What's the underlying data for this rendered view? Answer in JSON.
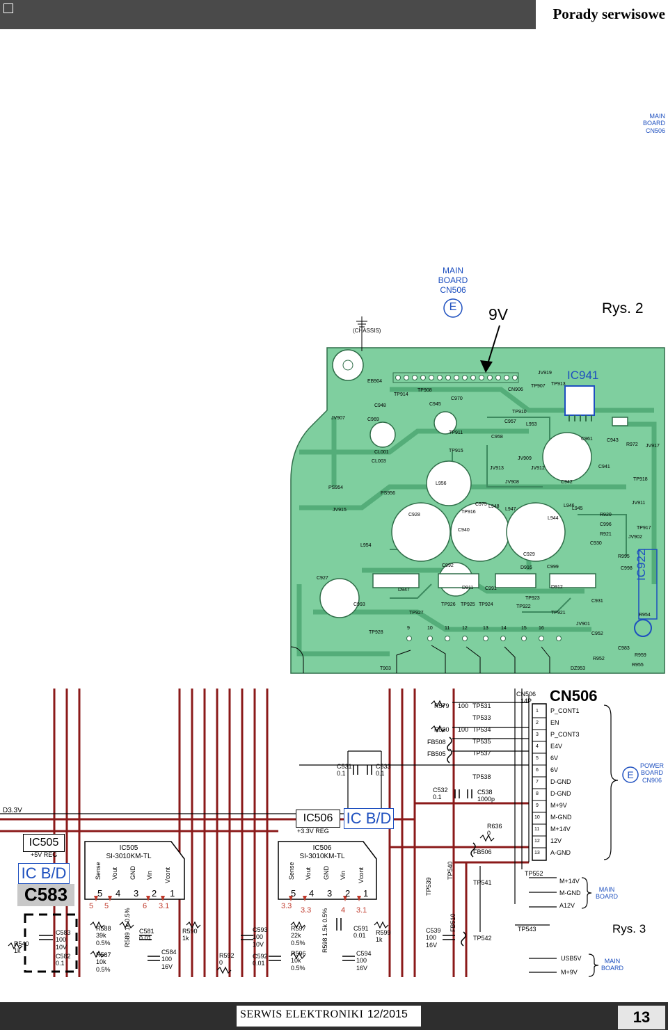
{
  "header": {
    "title": "Porady serwisowe"
  },
  "fig2": {
    "label": "Rys. 2",
    "top_right_note": [
      "MAIN",
      "BOARD",
      "CN506"
    ],
    "main_board_note": [
      "MAIN",
      "BOARD",
      "CN506"
    ],
    "connector_letter": "E",
    "voltage": "9V",
    "chassis": "(CHASSIS)",
    "ic941": "IC941",
    "ic922": "IC922",
    "parts": [
      "EB904",
      "TP914",
      "TP908",
      "C945",
      "C970",
      "CN906",
      "JV919",
      "TP907",
      "TP913",
      "JV907",
      "C948",
      "C969",
      "TP910",
      "L953",
      "C961",
      "C943",
      "R972",
      "C941",
      "JV917",
      "TP911",
      "TP915",
      "C957",
      "C958",
      "CL001",
      "CL003",
      "L956",
      "C942",
      "PS954",
      "JV915",
      "PS956",
      "C928",
      "TP916",
      "C975",
      "L946",
      "L947",
      "L948",
      "L944",
      "L945",
      "R920",
      "C996",
      "R921",
      "TP917",
      "JV902",
      "L954",
      "C940",
      "C929",
      "C930",
      "R995",
      "C998",
      "C927",
      "C993",
      "D947",
      "C992",
      "D916",
      "C999",
      "D911",
      "C991",
      "D912",
      "TP923",
      "TP922",
      "C931",
      "TP926",
      "TP925",
      "TP924",
      "TP921",
      "R954",
      "TP927",
      "JV901",
      "C952",
      "TP928",
      "C983",
      "R959",
      "R952",
      "R955",
      "DZ953",
      "T903",
      "TP918",
      "JV911",
      "JV912",
      "JV913",
      "JV909",
      "JV908"
    ],
    "pin_numbers": [
      "9",
      "10",
      "11",
      "12",
      "13",
      "14",
      "15",
      "16"
    ]
  },
  "fig3": {
    "label": "Rys. 3",
    "d33v": "D3.3V",
    "ic505_box": "IC505",
    "ic505_reg": "+5V REG",
    "icbd_left": "IC B/D",
    "c583_big": "C583",
    "ic505_name": [
      "IC505",
      "SI-3010KM-TL"
    ],
    "ic505_pins": [
      "Sense",
      "Vout",
      "GND",
      "Vin",
      "Vcont"
    ],
    "ic505_pin_nums": [
      "5",
      "4",
      "3",
      "2",
      "1"
    ],
    "ic505_v": [
      "5",
      "5",
      "6",
      "3.1"
    ],
    "ic506_box": "IC506",
    "ic506_reg": "+3.3V REG",
    "icbd_mid": "IC B/D",
    "ic506_name": [
      "IC506",
      "SI-3010KM-TL"
    ],
    "ic506_pins": [
      "Sense",
      "Vout",
      "GND",
      "Vin",
      "Vcont"
    ],
    "ic506_pin_nums": [
      "5",
      "4",
      "3",
      "2",
      "1"
    ],
    "ic506_v": [
      "3.3",
      "3.3",
      "4",
      "3.1"
    ],
    "r540": [
      "R540",
      "1k"
    ],
    "c583": [
      "C583",
      "100",
      "10V"
    ],
    "c582": [
      "C582",
      "0.1"
    ],
    "r588": [
      "R588",
      "39k",
      "0.5%"
    ],
    "r587": [
      "R587",
      "10k",
      "0.5%"
    ],
    "r589": [
      "R589",
      "1k",
      "0.5%"
    ],
    "c581": [
      "C581",
      "0.01"
    ],
    "c584": [
      "C584",
      "100",
      "16V"
    ],
    "r590": [
      "R590",
      "1k"
    ],
    "r592": [
      "R592",
      "0"
    ],
    "c593": [
      "C593",
      "100",
      "10V"
    ],
    "c592": [
      "C592",
      "0.01"
    ],
    "r597": [
      "R597",
      "22k",
      "0.5%"
    ],
    "r596": [
      "R596",
      "10k",
      "0.5%"
    ],
    "r598": [
      "R598",
      "1.5k",
      "0.5%"
    ],
    "c591": [
      "C591",
      "0.01"
    ],
    "r599": [
      "R599",
      "1k"
    ],
    "c594": [
      "C594",
      "100",
      "16V"
    ],
    "c531": [
      "C531",
      "0.1"
    ],
    "c533": [
      "C533",
      "0.1"
    ],
    "c532": [
      "C532",
      "0.1"
    ],
    "c538": [
      "C538",
      "1000p"
    ],
    "r579": [
      "R579",
      "100"
    ],
    "r580": [
      "R580",
      "100"
    ],
    "fb508": "FB508",
    "fb505": "FB505",
    "tps": [
      "TP531",
      "TP533",
      "TP534",
      "TP535",
      "TP537",
      "TP538"
    ],
    "r636": [
      "R636",
      "0"
    ],
    "fb506": "FB506",
    "tp539": "TP539",
    "tp540": "TP540",
    "tp541": "TP541",
    "c539": [
      "C539",
      "100",
      "16V"
    ],
    "fb510": "FB510",
    "tp542": "TP542",
    "tp543": "TP543",
    "tp552": "TP552",
    "cn506_small": [
      "CN506",
      "14P"
    ],
    "cn506_big": "CN506",
    "cn_pins": [
      {
        "n": "1",
        "name": "P_CONT1"
      },
      {
        "n": "2",
        "name": "EN"
      },
      {
        "n": "3",
        "name": "P_CONT3"
      },
      {
        "n": "4",
        "name": "E4V"
      },
      {
        "n": "5",
        "name": "6V"
      },
      {
        "n": "6",
        "name": "6V"
      },
      {
        "n": "7",
        "name": "D-GND"
      },
      {
        "n": "8",
        "name": "D-GND"
      },
      {
        "n": "9",
        "name": "M+9V"
      },
      {
        "n": "10",
        "name": "M-GND"
      },
      {
        "n": "11",
        "name": "M+14V"
      },
      {
        "n": "12",
        "name": "12V"
      },
      {
        "n": "13",
        "name": "A-GND"
      }
    ],
    "extra_lines": [
      "M+14V",
      "M-GND",
      "A12V"
    ],
    "main_board_1": [
      "MAIN",
      "BOARD"
    ],
    "usb_lines": [
      "USB5V",
      "M+9V"
    ],
    "main_board_2": [
      "MAIN",
      "BOARD"
    ],
    "e_letter": "E",
    "power_board": [
      "POWER",
      "BOARD",
      "CN906"
    ]
  },
  "footer": {
    "publication": "SERWIS ELEKTRONIKI",
    "issue": "12/2015",
    "page": "13"
  },
  "colors": {
    "pcb_green": "#7fcf9f",
    "pcb_dark": "#54ad79",
    "trace_red": "#8b1a1a",
    "blue_text": "#1d4fbf"
  }
}
